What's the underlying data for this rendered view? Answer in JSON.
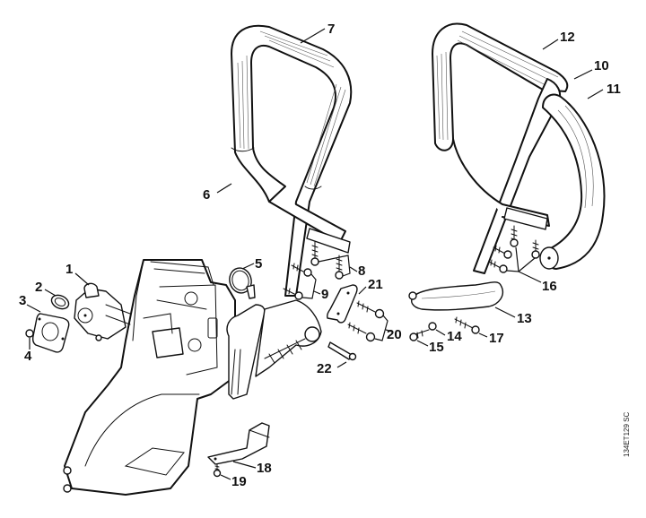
{
  "diagram": {
    "title": "Handlebar / Housing exploded parts view",
    "document_code": "134ET129 SC",
    "callouts": [
      {
        "id": "1",
        "label": "1"
      },
      {
        "id": "2",
        "label": "2"
      },
      {
        "id": "3",
        "label": "3"
      },
      {
        "id": "4",
        "label": "4"
      },
      {
        "id": "5",
        "label": "5"
      },
      {
        "id": "6",
        "label": "6"
      },
      {
        "id": "7",
        "label": "7"
      },
      {
        "id": "8",
        "label": "8"
      },
      {
        "id": "9",
        "label": "9"
      },
      {
        "id": "10",
        "label": "10"
      },
      {
        "id": "11",
        "label": "11"
      },
      {
        "id": "12",
        "label": "12"
      },
      {
        "id": "13",
        "label": "13"
      },
      {
        "id": "14",
        "label": "14"
      },
      {
        "id": "15",
        "label": "15"
      },
      {
        "id": "16",
        "label": "16"
      },
      {
        "id": "17",
        "label": "17"
      },
      {
        "id": "18",
        "label": "18"
      },
      {
        "id": "19",
        "label": "19"
      },
      {
        "id": "20",
        "label": "20"
      },
      {
        "id": "21",
        "label": "21"
      },
      {
        "id": "22",
        "label": "22"
      }
    ]
  }
}
